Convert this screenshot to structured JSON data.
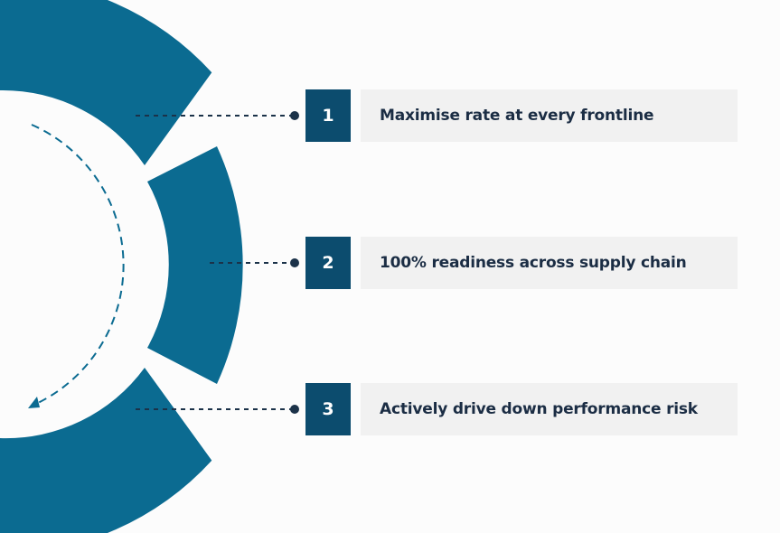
{
  "colors": {
    "ring": "#0b6b91",
    "badge": "#0c4c6e",
    "connector": "#1b3249",
    "label_bg": "#f1f1f1",
    "label_text": "#1b2d44",
    "background": "#fcfcfc"
  },
  "items": [
    {
      "number": "1",
      "label": "Maximise rate at every frontline"
    },
    {
      "number": "2",
      "label": "100% readiness across supply chain"
    },
    {
      "number": "3",
      "label": "Actively drive down performance risk"
    }
  ]
}
